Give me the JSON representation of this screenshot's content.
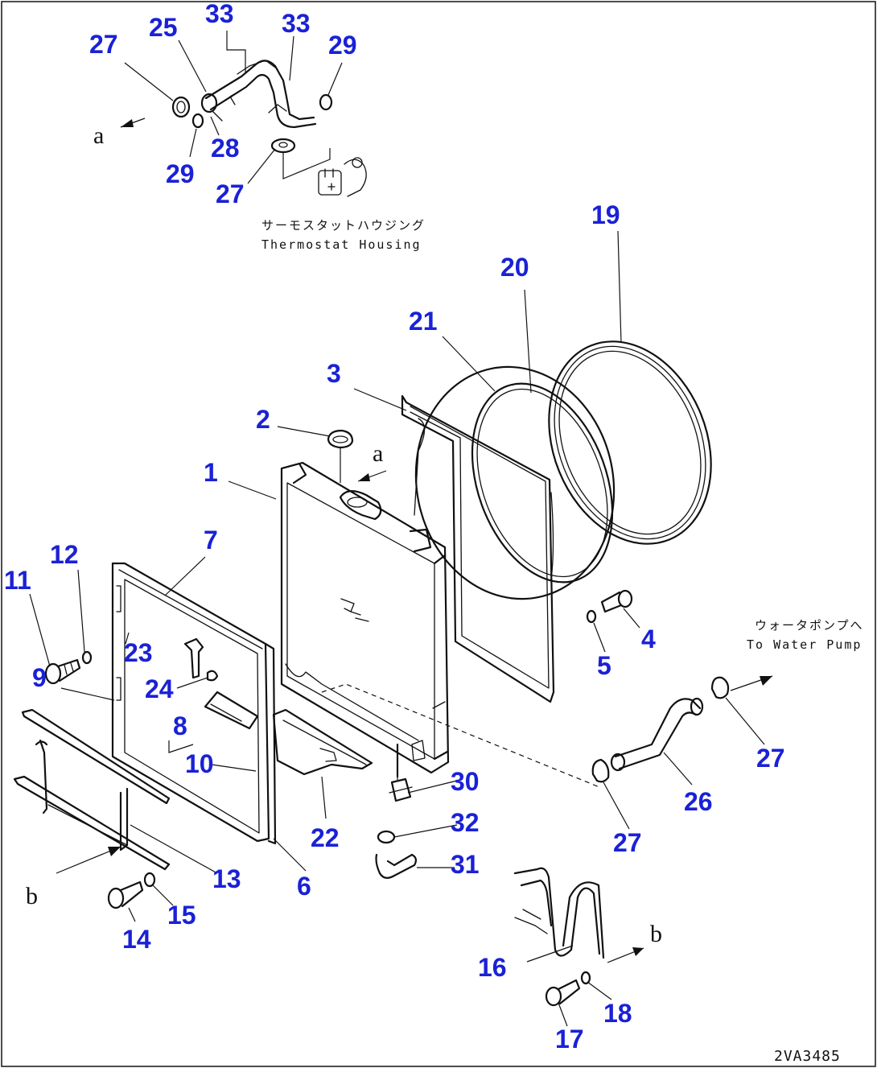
{
  "diagram": {
    "drawing_code": "2VA3485",
    "notes": {
      "thermostat_jp": "サーモスタットハウジング",
      "thermostat_en": "Thermostat Housing",
      "pump_jp": "ウォータポンプへ",
      "pump_en": "To Water Pump"
    },
    "arrow_labels": [
      {
        "id": "a-left",
        "text": "a"
      },
      {
        "id": "a-cap",
        "text": "a"
      },
      {
        "id": "b-left",
        "text": "b"
      },
      {
        "id": "b-right",
        "text": "b"
      }
    ],
    "callouts": [
      {
        "id": "c1",
        "text": "1"
      },
      {
        "id": "c2",
        "text": "2"
      },
      {
        "id": "c3",
        "text": "3"
      },
      {
        "id": "c4",
        "text": "4"
      },
      {
        "id": "c5",
        "text": "5"
      },
      {
        "id": "c6",
        "text": "6"
      },
      {
        "id": "c7",
        "text": "7"
      },
      {
        "id": "c8",
        "text": "8"
      },
      {
        "id": "c9",
        "text": "9"
      },
      {
        "id": "c10",
        "text": "10"
      },
      {
        "id": "c11",
        "text": "11"
      },
      {
        "id": "c12",
        "text": "12"
      },
      {
        "id": "c13",
        "text": "13"
      },
      {
        "id": "c14",
        "text": "14"
      },
      {
        "id": "c15",
        "text": "15"
      },
      {
        "id": "c16",
        "text": "16"
      },
      {
        "id": "c17",
        "text": "17"
      },
      {
        "id": "c18",
        "text": "18"
      },
      {
        "id": "c19",
        "text": "19"
      },
      {
        "id": "c20",
        "text": "20"
      },
      {
        "id": "c21",
        "text": "21"
      },
      {
        "id": "c22",
        "text": "22"
      },
      {
        "id": "c23",
        "text": "23"
      },
      {
        "id": "c24",
        "text": "24"
      },
      {
        "id": "c25",
        "text": "25"
      },
      {
        "id": "c26",
        "text": "26"
      },
      {
        "id": "c27a",
        "text": "27"
      },
      {
        "id": "c27b",
        "text": "27"
      },
      {
        "id": "c27c",
        "text": "27"
      },
      {
        "id": "c27d",
        "text": "27"
      },
      {
        "id": "c28",
        "text": "28"
      },
      {
        "id": "c29a",
        "text": "29"
      },
      {
        "id": "c29b",
        "text": "29"
      },
      {
        "id": "c30",
        "text": "30"
      },
      {
        "id": "c31",
        "text": "31"
      },
      {
        "id": "c32",
        "text": "32"
      },
      {
        "id": "c33a",
        "text": "33"
      },
      {
        "id": "c33b",
        "text": "33"
      }
    ]
  }
}
